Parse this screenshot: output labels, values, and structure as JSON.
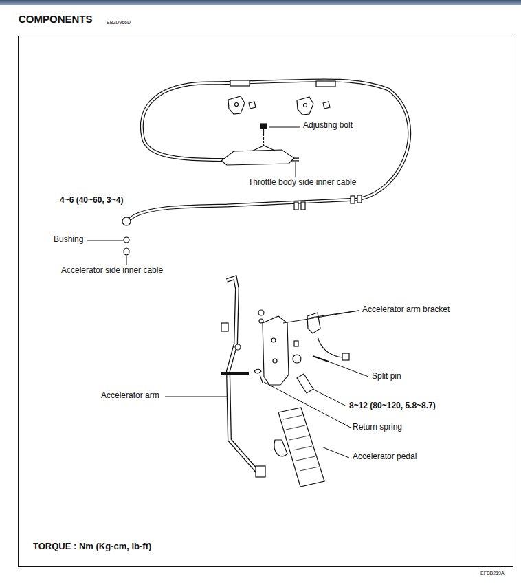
{
  "diagram": {
    "title": "COMPONENTS",
    "labels": [
      "EB2D966D",
      "Adjusting bolt",
      "Throttle body side inner cable",
      "4~6 (40~60, 3~4)",
      "Bushing",
      "Accelerator side inner cable",
      "Accelerator arm bracket",
      "Split pin",
      "Accelerator arm",
      "8~12 (80~120, 5.8~8.7)",
      "Return spring",
      "Accelerator pedal",
      "TORQUE : Nm (Kg·cm, lb·ft)",
      "EFBB219A"
    ]
  }
}
